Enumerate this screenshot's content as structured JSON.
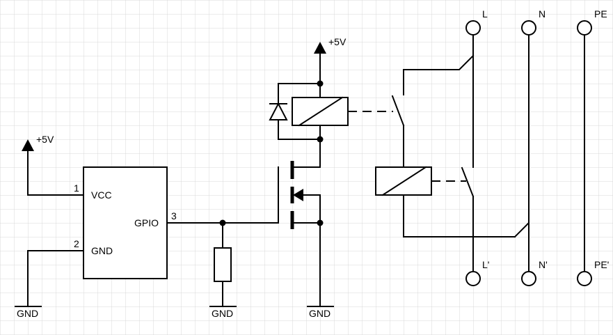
{
  "colors": {
    "grid": "#d9d9d9",
    "wire": "#000000",
    "background": "#ffffff"
  },
  "supply": {
    "left_label": "+5V",
    "relay_label": "+5V"
  },
  "ground": {
    "left": "GND",
    "resistor": "GND",
    "mosfet": "GND"
  },
  "module": {
    "pin1": "1",
    "pin2": "2",
    "pin3": "3",
    "vcc": "VCC",
    "gnd": "GND",
    "gpio": "GPIO"
  },
  "mains": {
    "l": "L",
    "n": "N",
    "pe": "PE",
    "l_out": "L'",
    "n_out": "N'",
    "pe_out": "PE'"
  },
  "icons": [
    "arrow-up-icon",
    "ground-icon",
    "diode-icon",
    "relay-coil-icon",
    "mosfet-icon",
    "resistor-icon",
    "terminal-icon",
    "switch-contact-icon"
  ]
}
